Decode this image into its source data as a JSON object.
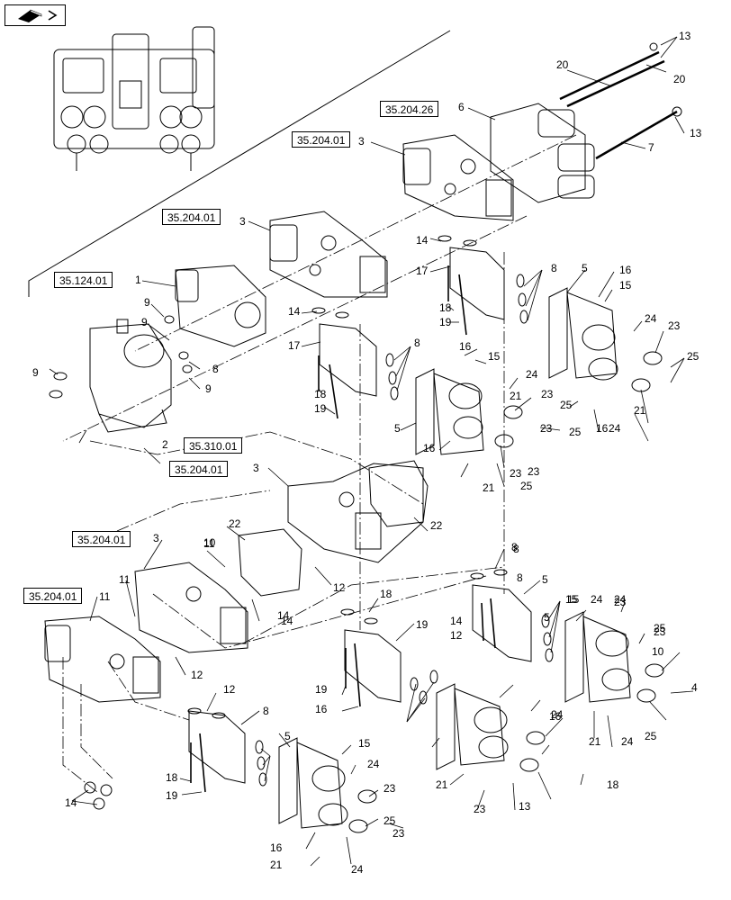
{
  "nav_icon": "book-arrow-icon",
  "refs": [
    {
      "name": "ref-35-204-26",
      "text": "35.204.26"
    },
    {
      "name": "ref-35-204-01-a",
      "text": "35.204.01"
    },
    {
      "name": "ref-35-204-01-b",
      "text": "35.204.01"
    },
    {
      "name": "ref-35-124-01",
      "text": "35.124.01"
    },
    {
      "name": "ref-35-310-01",
      "text": "35.310.01"
    },
    {
      "name": "ref-35-204-01-c",
      "text": "35.204.01"
    },
    {
      "name": "ref-35-204-01-d",
      "text": "35.204.01"
    },
    {
      "name": "ref-35-204-01-e",
      "text": "35.204.01"
    }
  ],
  "callouts": [
    "13",
    "20",
    "20",
    "13",
    "6",
    "7",
    "3",
    "3",
    "1",
    "14",
    "17",
    "8",
    "5",
    "16",
    "15",
    "18",
    "19",
    "24",
    "23",
    "25",
    "9",
    "9",
    "9",
    "8",
    "9",
    "14",
    "17",
    "8",
    "16",
    "15",
    "18",
    "19",
    "24",
    "23",
    "25",
    "16",
    "21",
    "24",
    "23",
    "21",
    "25",
    "23",
    "2",
    "5",
    "16",
    "21",
    "25",
    "23",
    "3",
    "22",
    "22",
    "3",
    "10",
    "11",
    "14",
    "12",
    "8",
    "5",
    "15",
    "24",
    "23",
    "25",
    "10",
    "4",
    "11",
    "11",
    "14",
    "12",
    "18",
    "19",
    "14",
    "12",
    "8",
    "8",
    "5",
    "15",
    "24",
    "23",
    "16",
    "21",
    "24",
    "25",
    "18",
    "19",
    "16",
    "21",
    "23",
    "24",
    "13",
    "14",
    "12",
    "8",
    "18",
    "19",
    "5",
    "15",
    "24",
    "23",
    "25",
    "16",
    "21",
    "23",
    "24"
  ]
}
